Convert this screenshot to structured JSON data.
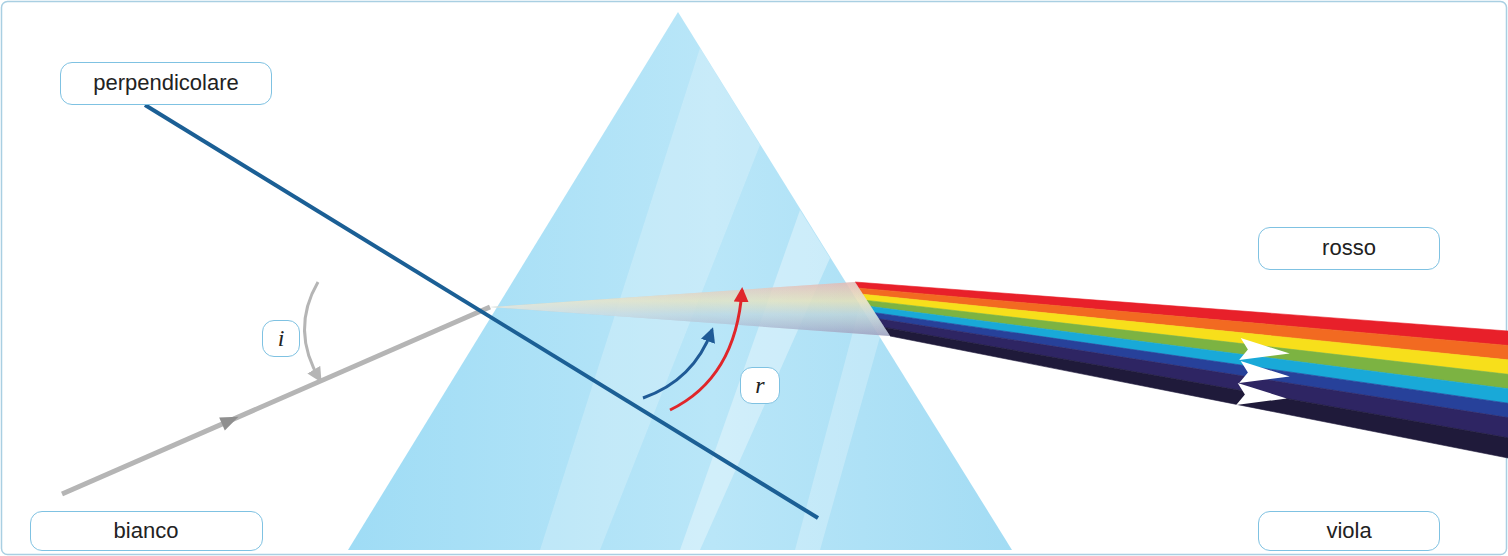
{
  "diagram": {
    "nodes": [
      {
        "text": [
          "perpendicolare"
        ]
      },
      {
        "text": [
          "rosso"
        ]
      },
      {
        "text": [
          "i"
        ]
      },
      {
        "text": [
          "r"
        ]
      },
      {
        "text": [
          "bianco"
        ]
      },
      {
        "text": [
          "viola"
        ]
      }
    ]
  }
}
